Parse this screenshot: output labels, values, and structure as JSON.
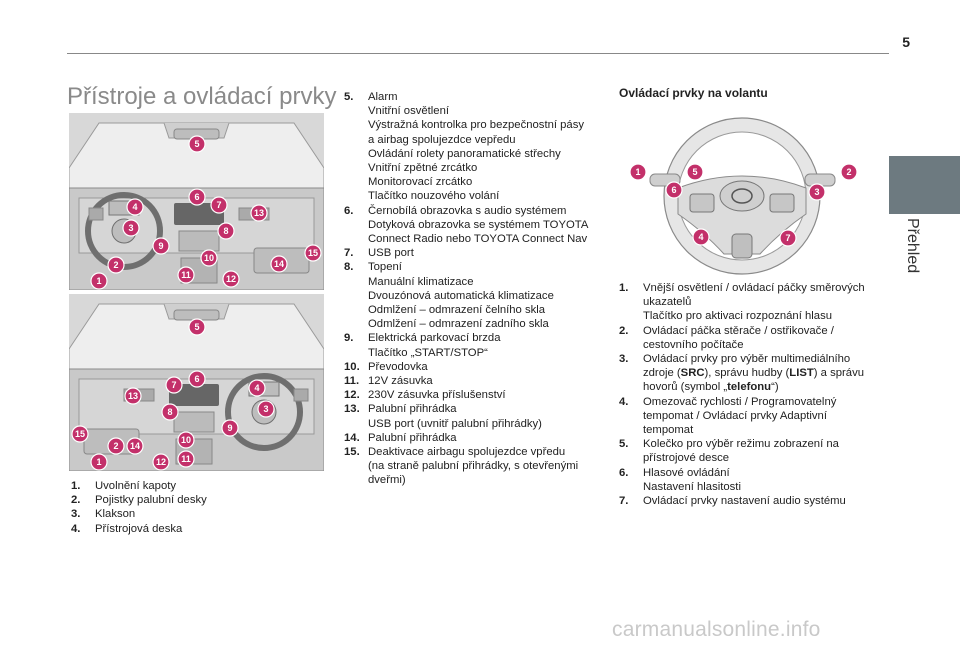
{
  "page_number": "5",
  "side_tab": "Přehled",
  "title": "Přístroje a ovládací prvky",
  "left_list": [
    {
      "n": "1.",
      "lines": [
        "Uvolnění kapoty"
      ]
    },
    {
      "n": "2.",
      "lines": [
        "Pojistky palubní desky"
      ]
    },
    {
      "n": "3.",
      "lines": [
        "Klakson"
      ]
    },
    {
      "n": "4.",
      "lines": [
        "Přístrojová deska"
      ]
    }
  ],
  "middle_list": [
    {
      "n": "5.",
      "lines": [
        "Alarm",
        "Vnitřní osvětlení",
        "Výstražná kontrolka pro bezpečnostní pásy",
        "a airbag spolujezdce vepředu",
        "Ovládání rolety panoramatické střechy",
        "Vnitřní zpětné zrcátko",
        "Monitorovací zrcátko",
        "Tlačítko nouzového volání"
      ]
    },
    {
      "n": "6.",
      "lines": [
        "Černobílá obrazovka s audio systémem",
        "Dotyková obrazovka se systémem TOYOTA",
        "Connect Radio nebo TOYOTA Connect Nav"
      ]
    },
    {
      "n": "7.",
      "lines": [
        "USB port"
      ]
    },
    {
      "n": "8.",
      "lines": [
        "Topení",
        "Manuální klimatizace",
        "Dvouzónová automatická klimatizace",
        "Odmlžení – odmrazení čelního skla",
        "Odmlžení – odmrazení zadního skla"
      ]
    },
    {
      "n": "9.",
      "lines": [
        "Elektrická parkovací brzda",
        "Tlačítko „START/STOP“"
      ]
    },
    {
      "n": "10.",
      "lines": [
        "Převodovka"
      ]
    },
    {
      "n": "11.",
      "lines": [
        "12V zásuvka"
      ]
    },
    {
      "n": "12.",
      "lines": [
        "230V zásuvka příslušenství"
      ]
    },
    {
      "n": "13.",
      "lines": [
        "Palubní přihrádka",
        "USB port (uvnitř palubní přihrádky)"
      ]
    },
    {
      "n": "14.",
      "lines": [
        "Palubní přihrádka"
      ]
    },
    {
      "n": "15.",
      "lines": [
        "Deaktivace airbagu spolujezdce vpředu",
        "(na straně palubní přihrádky, s otevřenými",
        "dveřmi)"
      ]
    }
  ],
  "steering_heading": "Ovládací prvky na volantu",
  "right_list": [
    {
      "n": "1.",
      "lines": [
        "Vnější osvětlení / ovládací páčky směrových",
        "ukazatelů",
        "Tlačítko pro aktivaci rozpoznání hlasu"
      ]
    },
    {
      "n": "2.",
      "lines": [
        "Ovládací páčka stěrače / ostřikovače /",
        "cestovního počítače"
      ]
    },
    {
      "n": "3.",
      "lines": [
        "Ovládací prvky pro výběr multimediálního",
        "zdroje (SRC), správu hudby (LIST) a správu",
        "hovorů (symbol „telefonu“)"
      ]
    },
    {
      "n": "4.",
      "lines": [
        "Omezovač rychlosti / Programovatelný",
        "tempomat / Ovládací prvky Adaptivní",
        "tempomat"
      ]
    },
    {
      "n": "5.",
      "lines": [
        "Kolečko pro výběr režimu zobrazení na",
        "přístrojové desce"
      ]
    },
    {
      "n": "6.",
      "lines": [
        "Hlasové ovládání",
        "Nastavení hlasitosti"
      ]
    },
    {
      "n": "7.",
      "lines": [
        "Ovládací prvky nastavení audio systému"
      ]
    }
  ],
  "callouts_top": [
    "1",
    "2",
    "3",
    "4",
    "5",
    "6",
    "7",
    "8",
    "9",
    "10",
    "11",
    "12",
    "13",
    "14",
    "15"
  ],
  "callouts_bottom": [
    "1",
    "2",
    "3",
    "4",
    "5",
    "6",
    "7",
    "8",
    "9",
    "10",
    "11",
    "12",
    "13",
    "14",
    "15"
  ],
  "callouts_wheel": [
    "1",
    "2",
    "3",
    "4",
    "5",
    "6",
    "7"
  ],
  "watermark": "carmanualsonline.info",
  "colors": {
    "callout": "#c3306a",
    "tab": "#6d7a80",
    "title": "#8a8a8a"
  }
}
